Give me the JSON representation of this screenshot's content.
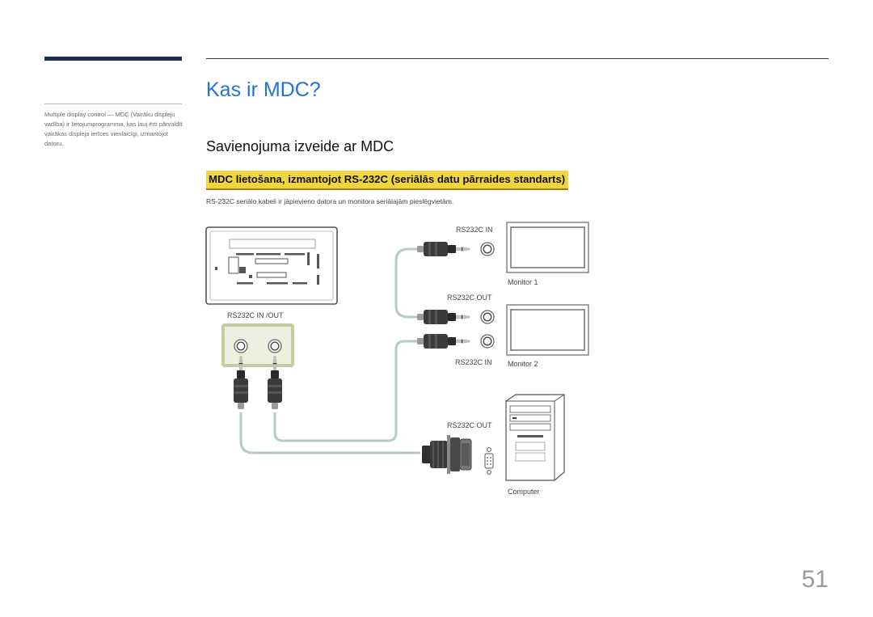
{
  "sidenote": "Multiple display control — MDC (Vairāku displeju vadība) ir lietojumprogramma, kas ļauj ērti pārvaldīt vairākas displeja ierīces vienlaicīgi, izmantojot datoru.",
  "title": "Kas ir MDC?",
  "subtitle": "Savienojuma izveide ar MDC",
  "highlight": "MDC lietošana, izmantojot RS-232C (seriālās datu pārraides standarts)",
  "description": "RS-232C seriālo kabeli ir jāpievieno datora un monitora seriālajām pieslēgvietām.",
  "diagram": {
    "port_in_out_label": "RS232C IN /OUT",
    "rs232c_in_1": "RS232C IN",
    "rs232c_out_1": "RS232C OUT",
    "rs232c_in_2": "RS232C IN",
    "rs232c_out_2": "RS232C OUT",
    "monitor1": "Monitor 1",
    "monitor2": "Monitor 2",
    "computer": "Computer"
  },
  "page_number": "51",
  "colors": {
    "title": "#1e73d9",
    "highlight": "#f0d540",
    "port_box": "#cfd2aa",
    "cable": "#b7c9c9"
  }
}
